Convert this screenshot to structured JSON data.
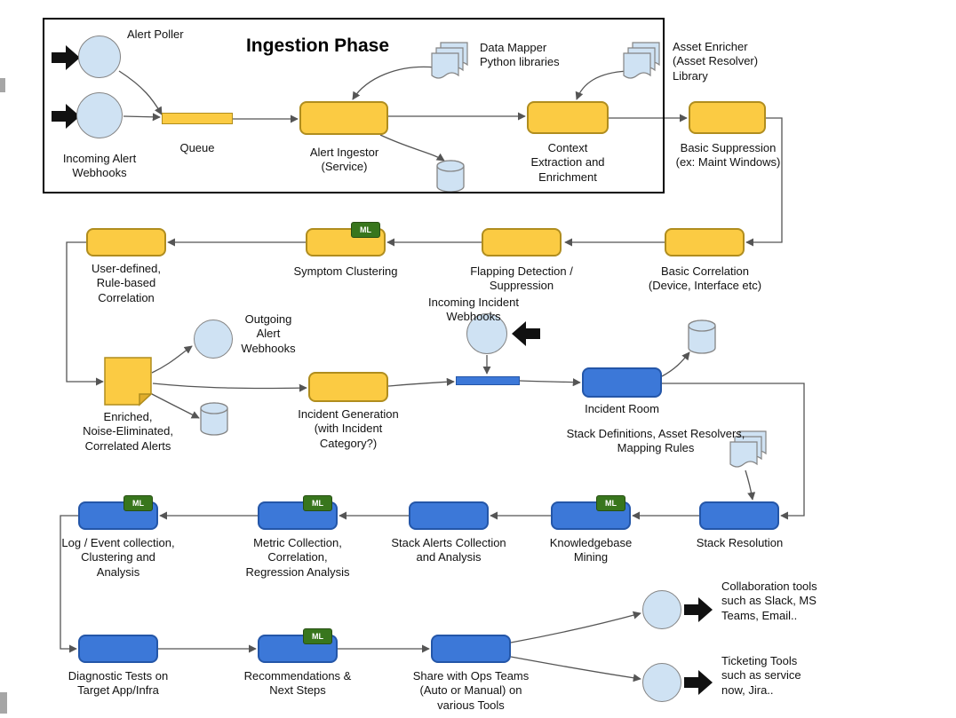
{
  "title": "Ingestion Phase",
  "badge": "ML",
  "colors": {
    "process_yellow": "#FBCB43",
    "process_yellow_border": "#B08D1E",
    "process_blue": "#3C78D8",
    "process_blue_border": "#2456A8",
    "artifact_light_blue": "#CFE2F3",
    "ml_badge_green": "#38761D",
    "connector": "#555555",
    "block_arrow": "#111111"
  },
  "nodes": {
    "alert_poller": "Alert Poller",
    "incoming_alert_webhooks": "Incoming Alert\nWebhooks",
    "queue": "Queue",
    "alert_ingestor": "Alert Ingestor\n(Service)",
    "data_mapper": "Data Mapper\nPython libraries",
    "context_extraction": "Context\nExtraction and\nEnrichment",
    "asset_enricher": "Asset Enricher\n(Asset Resolver)\nLibrary",
    "basic_suppression": "Basic Suppression\n(ex: Maint Windows)",
    "basic_correlation": "Basic Correlation\n(Device, Interface etc)",
    "flapping_detection": "Flapping Detection /\nSuppression",
    "symptom_clustering": "Symptom Clustering",
    "user_defined": "User-defined,\nRule-based\nCorrelation",
    "enriched_alerts": "Enriched,\nNoise-Eliminated,\nCorrelated Alerts",
    "outgoing_webhooks": "Outgoing\nAlert\nWebhooks",
    "incident_generation": "Incident Generation\n(with Incident\nCategory?)",
    "incoming_incident_webhooks": "Incoming Incident\nWebhooks",
    "incident_room": "Incident Room",
    "stack_definitions": "Stack Definitions, Asset Resolvers,\nMapping Rules",
    "stack_resolution": "Stack Resolution",
    "knowledgebase_mining": "Knowledgebase\nMining",
    "stack_alerts": "Stack Alerts Collection\nand Analysis",
    "metric_collection": "Metric Collection,\nCorrelation,\nRegression Analysis",
    "log_event": "Log / Event collection,\nClustering and\nAnalysis",
    "diagnostic_tests": "Diagnostic Tests on\nTarget App/Infra",
    "recommendations": "Recommendations &\nNext Steps",
    "share_ops": "Share with Ops Teams\n(Auto or Manual) on\nvarious Tools",
    "collaboration_tools": "Collaboration tools\nsuch as Slack, MS\nTeams, Email..",
    "ticketing_tools": "Ticketing Tools\nsuch as service\nnow, Jira.."
  }
}
